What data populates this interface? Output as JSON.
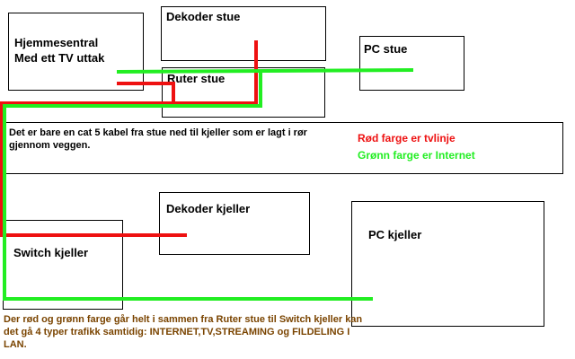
{
  "boxes": {
    "hjemmesentral": {
      "line1": "Hjemmesentral",
      "line2": "Med ett TV uttak"
    },
    "dekoder_stue": "Dekoder stue",
    "ruter_stue": "Ruter stue",
    "pc_stue": "PC stue",
    "dekoder_kjeller": "Dekoder kjeller",
    "switch_kjeller": "Switch kjeller",
    "pc_kjeller": "PC kjeller"
  },
  "note": {
    "text": "Det er bare en cat 5 kabel fra stue ned til kjeller som er lagt i rør gjennom veggen.",
    "legend_red": "Rød farge er tvlinje",
    "legend_green": "Grønn farge er Internet"
  },
  "footer": "Der rød og grønn farge går helt i sammen fra Ruter stue til Switch kjeller kan det gå 4 typer trafikk samtidig: INTERNET,TV,STREAMING og FILDELING I LAN.",
  "colors": {
    "red": "#ee1111",
    "green": "#22ee22",
    "footer": "#7a4400"
  }
}
